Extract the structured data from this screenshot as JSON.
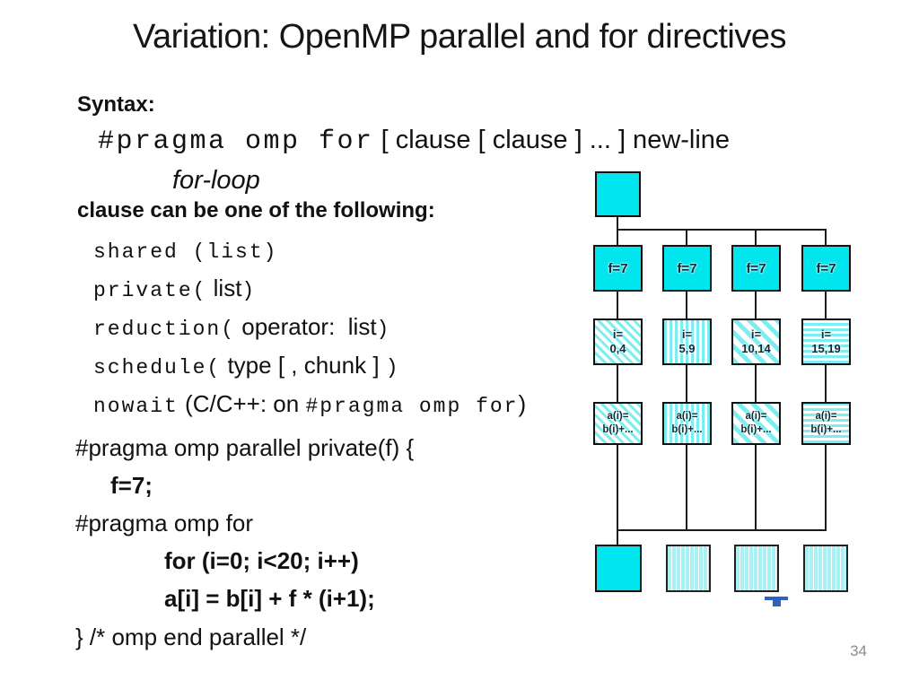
{
  "title": "Variation: OpenMP parallel and for directives",
  "page_number": "34",
  "syntax": {
    "heading": "Syntax:",
    "directive_mono": "#pragma omp for",
    "directive_rest": " [ clause [ clause ] ... ] new-line",
    "for_loop": "for-loop",
    "clause_intro": "clause can be one of the following:"
  },
  "clauses": [
    {
      "m1": "shared (list)",
      "s1": "",
      "m2": "",
      "s2": ""
    },
    {
      "m1": "private(",
      "s1": " list",
      "m2": ")",
      "s2": ""
    },
    {
      "m1": "reduction(",
      "s1": " operator:  list",
      "m2": ")",
      "s2": ""
    },
    {
      "m1": "schedule(",
      "s1": " type [ , chunk ] ",
      "m2": ")",
      "s2": ""
    },
    {
      "m1": "nowait",
      "s1": " (C/C++: on ",
      "m2": "#pragma omp for",
      "s2": ")"
    }
  ],
  "code": {
    "line1": "#pragma omp parallel private(f) {",
    "line2": "f=7;",
    "line3": "#pragma omp for",
    "line4": "for (i=0; i<20; i++)",
    "line5": "a[i] = b[i] + f * (i+1);",
    "line6": "} /* omp end parallel */"
  },
  "diagram": {
    "f_labels": [
      "f=7",
      "f=7",
      "f=7",
      "f=7"
    ],
    "i_labels": [
      {
        "l1": "i=",
        "l2": "0,4"
      },
      {
        "l1": "i=",
        "l2": "5,9"
      },
      {
        "l1": "i=",
        "l2": "10,14"
      },
      {
        "l1": "i=",
        "l2": "15,19"
      }
    ],
    "a_labels": [
      {
        "l1": "a(i)=",
        "l2": "b(i)+..."
      },
      {
        "l1": "a(i)=",
        "l2": "b(i)+..."
      },
      {
        "l1": "a(i)=",
        "l2": "b(i)+..."
      },
      {
        "l1": "a(i)=",
        "l2": "b(i)+..."
      }
    ],
    "colors": {
      "solid_fill": "#00e5ee",
      "stripe": "#7ceef2",
      "line": "#1a1a1a",
      "pointer_blue": "#2b62c4",
      "page_number_gray": "#8c8c8c"
    }
  }
}
